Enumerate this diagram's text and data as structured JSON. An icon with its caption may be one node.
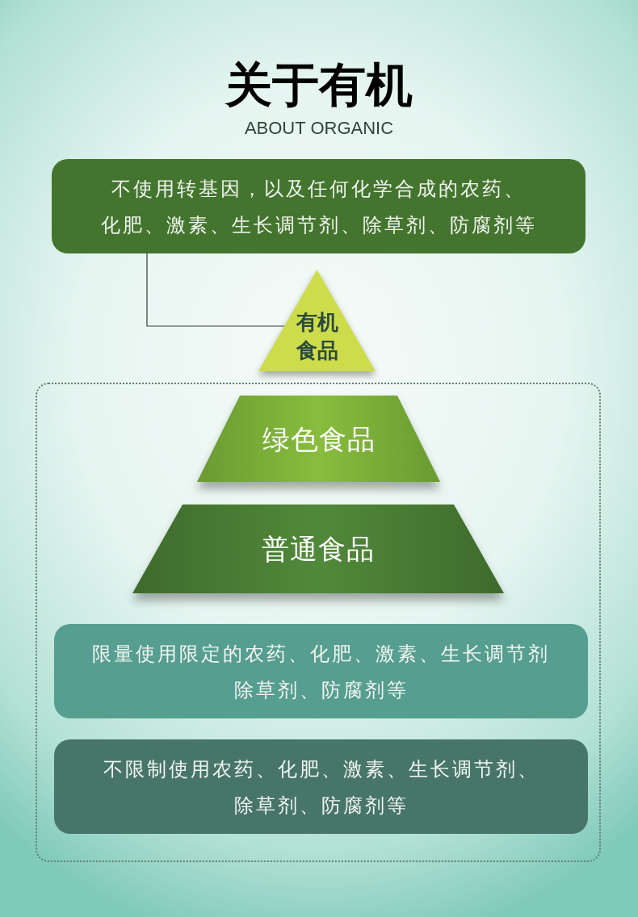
{
  "diagram": {
    "title": "关于有机",
    "nodes": [
      {
        "text": [
          "不使用转基因，以及任何化学合成的农药、化肥、激素、生长调节剂、除草剂、防腐剂等"
        ]
      },
      {
        "text": [
          "有机食品"
        ]
      },
      {
        "text": [],
        "shape": "box"
      },
      {
        "text": [
          "绿色食品"
        ],
        "in": 2
      },
      {
        "text": [
          "普通食品"
        ],
        "in": 2
      },
      {
        "text": [
          "限量使用限定的农药、化肥、激素、生长调节剂除草剂、防腐剂等"
        ],
        "in": 2
      },
      {
        "text": [
          "不限制使用农药、化肥、激素、生长调节剂、除草剂、防腐剂等"
        ],
        "in": 2
      }
    ],
    "edges": [
      {
        "from": 0,
        "to": 1,
        "arrow": "none"
      }
    ],
    "labels": [
      "ABOUT ORGANIC"
    ]
  }
}
